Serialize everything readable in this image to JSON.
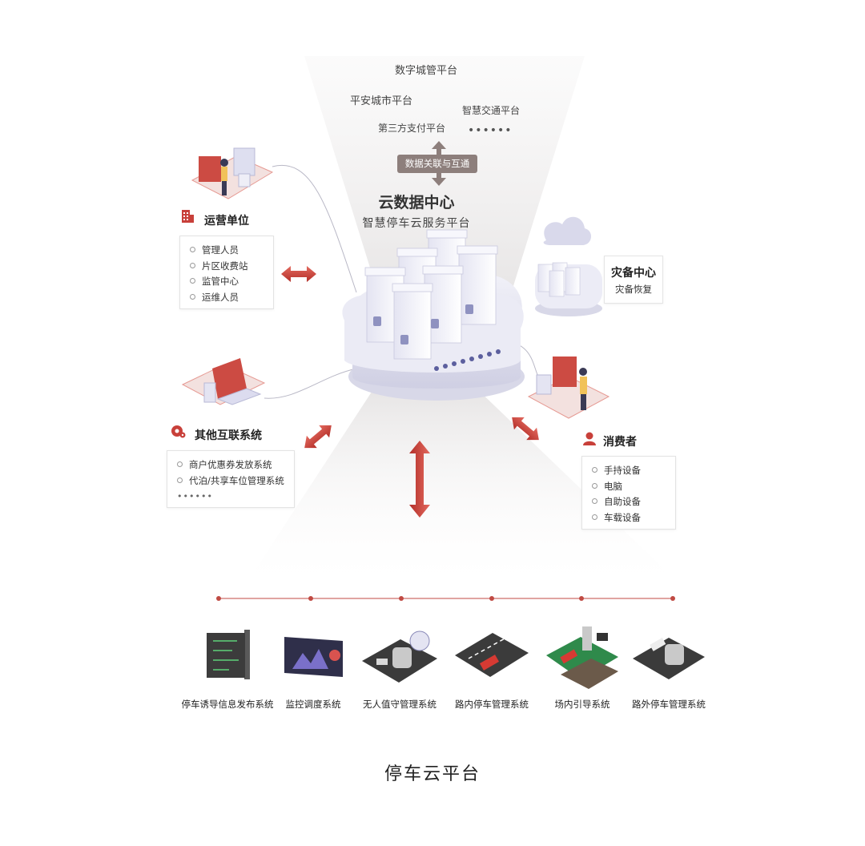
{
  "top_platforms": {
    "digital_city": "数字城管平台",
    "safe_city": "平安城市平台",
    "smart_traffic": "智慧交通平台",
    "third_party_payment": "第三方支付平台",
    "more": "••••••"
  },
  "data_link_label": "数据关联与互通",
  "center": {
    "title": "云数据中心",
    "subtitle": "智慧停车云服务平台"
  },
  "operators": {
    "title": "运营单位",
    "items": [
      "管理人员",
      "片区收费站",
      "监管中心",
      "运维人员"
    ]
  },
  "disaster_recovery": {
    "title": "灾备中心",
    "subtitle": "灾备恢复"
  },
  "other_systems": {
    "title": "其他互联系统",
    "items": [
      "商户优惠券发放系统",
      "代泊/共享车位管理系统"
    ],
    "more": "••••••"
  },
  "consumers": {
    "title": "消费者",
    "items": [
      "手持设备",
      "电脑",
      "自助设备",
      "车载设备"
    ]
  },
  "subsystems": [
    {
      "label": "停车诱导信息发布系统",
      "icon": "guidance-sign-icon"
    },
    {
      "label": "监控调度系统",
      "icon": "monitor-screen-icon"
    },
    {
      "label": "无人值守管理系统",
      "icon": "unattended-gate-icon"
    },
    {
      "label": "路内停车管理系统",
      "icon": "road-parking-icon"
    },
    {
      "label": "场内引导系统",
      "icon": "lot-guidance-icon"
    },
    {
      "label": "路外停车管理系统",
      "icon": "offroad-parking-icon"
    }
  ],
  "footer_title": "停车云平台",
  "colors": {
    "accent_red": "#c8403a",
    "pill_gray": "#8d7f7c",
    "line_gray": "#b8b6c4",
    "cloud_lavender": "#dcdcec"
  }
}
